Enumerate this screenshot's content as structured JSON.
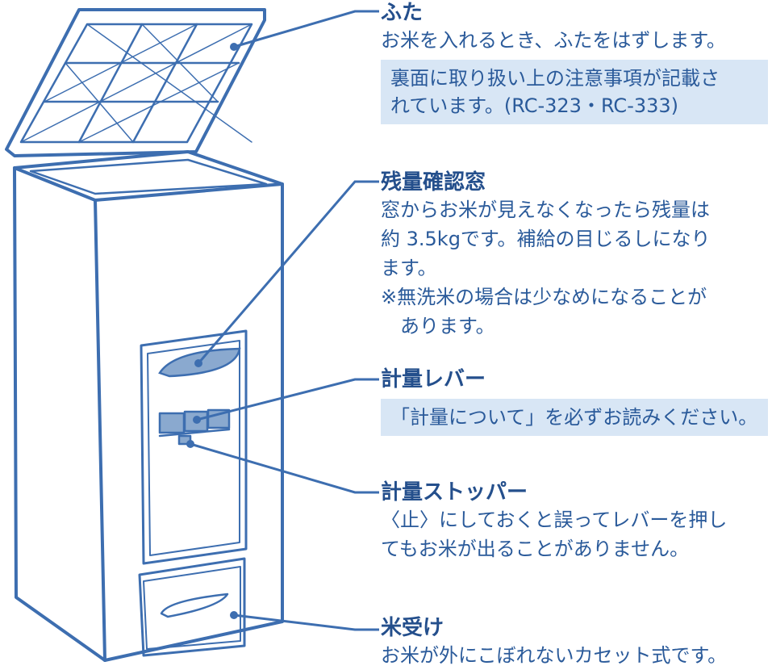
{
  "colors": {
    "stroke": "#3d6eb0",
    "title": "#244f8c",
    "text": "#2a5a9a",
    "note_bg": "#d8e6f5",
    "window_fill": "#8aa9cf"
  },
  "callouts": {
    "lid": {
      "title": "ふた",
      "lines": [
        "お米を入れるとき、ふたをはずします。"
      ],
      "note": [
        "裏面に取り扱い上の注意事項が記載さ",
        "れています。(RC-323・RC-333)"
      ]
    },
    "window": {
      "title": "残量確認窓",
      "lines": [
        "窓からお米が見えなくなったら残量は",
        "約 3.5kgです。補給の目じるしになり",
        "ます。",
        "※無洗米の場合は少なめになることが",
        "　あります。"
      ]
    },
    "lever": {
      "title": "計量レバー",
      "note": [
        "「計量について」を必ずお読みください。"
      ]
    },
    "stopper": {
      "title": "計量ストッパー",
      "lines": [
        "〈止〉にしておくと誤ってレバーを押し",
        "てもお米が出ることがありません。"
      ]
    },
    "tray": {
      "title": "米受け",
      "lines": [
        "お米が外にこぼれないカセット式です。"
      ]
    }
  }
}
